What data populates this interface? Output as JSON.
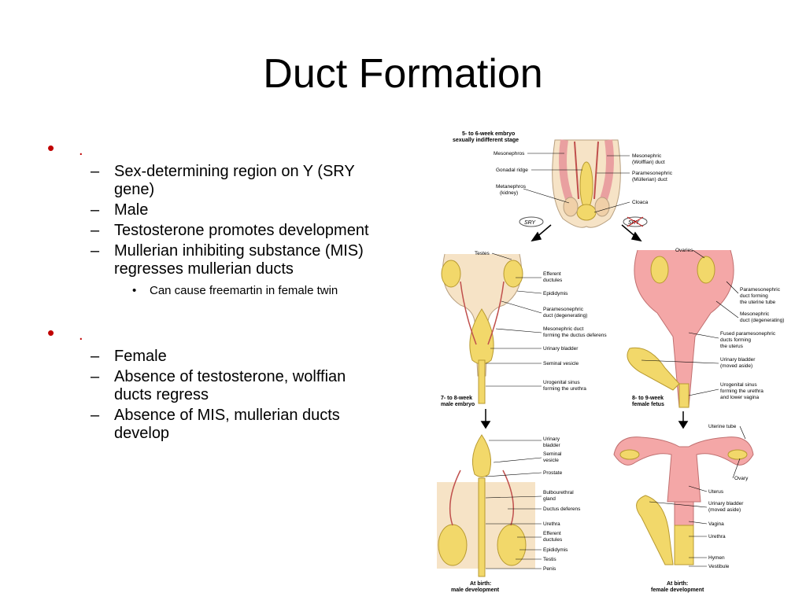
{
  "slide": {
    "title": "Duct Formation"
  },
  "bullets": [
    {
      "text": ".",
      "subs": [
        {
          "text": "Sex-determining region on Y (SRY gene)"
        },
        {
          "text": "Male"
        },
        {
          "text": "Testosterone promotes development"
        },
        {
          "text": "Mullerian inhibiting substance (MIS) regresses mullerian ducts",
          "subs": [
            {
              "text": "Can cause freemartin in female twin"
            }
          ]
        }
      ]
    },
    {
      "text": ".",
      "subs": [
        {
          "text": "Female"
        },
        {
          "text": "Absence of testosterone, wolffian ducts regress"
        },
        {
          "text": "Absence of MIS, mullerian ducts develop"
        }
      ]
    }
  ],
  "figure": {
    "top_caption_1": "5- to 6-week embryo",
    "top_caption_2": "sexually indifferent stage",
    "top_labels": [
      "Mesonephros",
      "Gonadal ridge",
      "Metanephros",
      "(kidney)",
      "Mesonephric",
      "(Wolffian) duct",
      "Paramesonephric",
      "(Müllerian) duct",
      "Cloaca"
    ],
    "sry": "SRY",
    "male_mid_labels": [
      "Testes",
      "Efferent",
      "ductules",
      "Epididymis",
      "Paramesonephric",
      "duct (degenerating)",
      "Mesonephric duct",
      "forming the ductus deferens",
      "Urinary bladder",
      "Seminal vesicle",
      "Urogenital sinus",
      "forming the urethra"
    ],
    "male_mid_caption": [
      "7- to 8-week",
      "male embryo"
    ],
    "female_mid_labels": [
      "Ovaries",
      "Paramesonephric",
      "duct forming",
      "the uterine tube",
      "Mesonephric",
      "duct (degenerating)",
      "Fused paramesonephric",
      "ducts forming",
      "the uterus",
      "Urinary bladder",
      "(moved aside)",
      "Urogenital sinus",
      "forming the urethra",
      "and lower vagina"
    ],
    "female_mid_caption": [
      "8- to 9-week",
      "female fetus"
    ],
    "male_bottom_labels": [
      "Urinary",
      "bladder",
      "Seminal",
      "vesicle",
      "Prostate",
      "Bulbourethral",
      "gland",
      "Ductus deferens",
      "Urethra",
      "Efferent",
      "ductules",
      "Epididymis",
      "Testis",
      "Penis"
    ],
    "male_bottom_caption": [
      "At birth:",
      "male development"
    ],
    "female_bottom_labels": [
      "Uterine tube",
      "Ovary",
      "Uterus",
      "Urinary bladder",
      "(moved aside)",
      "Vagina",
      "Urethra",
      "Hymen",
      "Vestibule"
    ],
    "female_bottom_caption": [
      "At birth:",
      "female development"
    ],
    "colors": {
      "red": "#c00000",
      "pink": "#f4a7a7",
      "yellow": "#f2d86a",
      "skin": "#f6e3c6"
    }
  }
}
